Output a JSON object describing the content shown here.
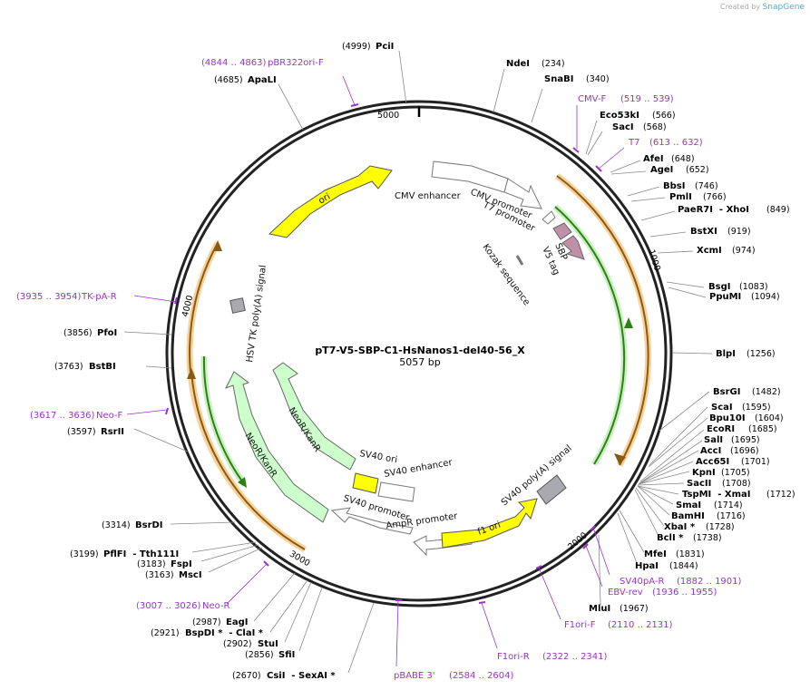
{
  "watermark": {
    "created_by": "Created by",
    "brand": "SnapGene"
  },
  "plasmid": {
    "name": "pT7-V5-SBP-C1-HsNanos1-del40-56_X",
    "length_label": "5057 bp",
    "length": 5057
  },
  "ticks": [
    "1000",
    "2000",
    "3000",
    "4000",
    "5000"
  ],
  "sites": [
    {
      "name": "NdeI",
      "pos": "(234)"
    },
    {
      "name": "SnaBI",
      "pos": "(340)"
    },
    {
      "name": "Eco53kI",
      "pos": "(566)"
    },
    {
      "name": "SacI",
      "pos": "(568)"
    },
    {
      "name": "AfeI",
      "pos": "(648)"
    },
    {
      "name": "AgeI",
      "pos": "(652)"
    },
    {
      "name": "BbsI",
      "pos": "(746)"
    },
    {
      "name": "PmlI",
      "pos": "(766)"
    },
    {
      "name": "PaeR7I  - XhoI",
      "pos": "(849)"
    },
    {
      "name": "BstXI",
      "pos": "(919)"
    },
    {
      "name": "XcmI",
      "pos": "(974)"
    },
    {
      "name": "BsgI",
      "pos": "(1083)"
    },
    {
      "name": "PpuMI",
      "pos": "(1094)"
    },
    {
      "name": "BlpI",
      "pos": "(1256)"
    },
    {
      "name": "BsrGI",
      "pos": "(1482)"
    },
    {
      "name": "ScaI",
      "pos": "(1595)"
    },
    {
      "name": "Bpu10I",
      "pos": "(1604)"
    },
    {
      "name": "EcoRI",
      "pos": "(1685)"
    },
    {
      "name": "SalI",
      "pos": "(1695)"
    },
    {
      "name": "AccI",
      "pos": "(1696)"
    },
    {
      "name": "Acc65I",
      "pos": "(1701)"
    },
    {
      "name": "KpnI",
      "pos": "(1705)"
    },
    {
      "name": "SacII",
      "pos": "(1708)"
    },
    {
      "name": "TspMI  - XmaI",
      "pos": "(1712)"
    },
    {
      "name": "SmaI",
      "pos": "(1714)"
    },
    {
      "name": "BamHI",
      "pos": "(1716)"
    },
    {
      "name": "XbaI *",
      "pos": "(1728)"
    },
    {
      "name": "BclI *",
      "pos": "(1738)"
    },
    {
      "name": "MfeI",
      "pos": "(1831)"
    },
    {
      "name": "HpaI",
      "pos": "(1844)"
    },
    {
      "name": "MluI",
      "pos": "(1967)"
    },
    {
      "name": "CsiI  - SexAI *",
      "pos": "(2670)"
    },
    {
      "name": "SfiI",
      "pos": "(2856)"
    },
    {
      "name": "StuI",
      "pos": "(2902)"
    },
    {
      "name": "BspDI *  - ClaI *",
      "pos": "(2921)"
    },
    {
      "name": "EagI",
      "pos": "(2987)"
    },
    {
      "name": "MscI",
      "pos": "(3163)"
    },
    {
      "name": "FspI",
      "pos": "(3183)"
    },
    {
      "name": "PflFI  - Tth111I",
      "pos": "(3199)"
    },
    {
      "name": "BsrDI",
      "pos": "(3314)"
    },
    {
      "name": "RsrII",
      "pos": "(3597)"
    },
    {
      "name": "BstBI",
      "pos": "(3763)"
    },
    {
      "name": "PfoI",
      "pos": "(3856)"
    },
    {
      "name": "ApaLI",
      "pos": "(4685)"
    },
    {
      "name": "PciI",
      "pos": "(4999)"
    }
  ],
  "primers": [
    {
      "name": "pBR322ori-F",
      "pos": "(4844 .. 4863)"
    },
    {
      "name": "CMV-F",
      "pos": "(519 .. 539)"
    },
    {
      "name": "T7",
      "pos": "(613 .. 632)"
    },
    {
      "name": "TK-pA-R",
      "pos": "(3935 .. 3954)"
    },
    {
      "name": "Neo-F",
      "pos": "(3617 .. 3636)"
    },
    {
      "name": "SV40pA-R",
      "pos": "(1882 .. 1901)"
    },
    {
      "name": "EBV-rev",
      "pos": "(1936 .. 1955)"
    },
    {
      "name": "F1ori-F",
      "pos": "(2110 .. 2131)"
    },
    {
      "name": "F1ori-R",
      "pos": "(2322 .. 2341)"
    },
    {
      "name": "pBABE 3'",
      "pos": "(2584 .. 2604)"
    },
    {
      "name": "Neo-R",
      "pos": "(3007 .. 3026)"
    }
  ],
  "features": {
    "ori": "ori",
    "cmv_enhancer": "CMV enhancer",
    "cmv_promoter": "CMV promoter",
    "t7_promoter": "T7 promoter",
    "sbp": "SBP",
    "v5_tag": "V5 tag",
    "kozak": "Kozak sequence",
    "hsv_tk": "HSV TK poly(A) signal",
    "neo1": "NeoR/KanR",
    "neo2": "NeoR/KanR",
    "sv40_ori": "SV40 ori",
    "sv40_enhancer": "SV40 enhancer",
    "sv40_promoter": "SV40 promoter",
    "ampr_promoter": "AmpR promoter",
    "f1_ori": "f1 ori",
    "sv40_polya": "SV40 poly(A) signal"
  },
  "colors": {
    "primer": "#9933cc",
    "ori": "#ffff00",
    "orf_orange": "#f0a030",
    "orf_green": "#3a9a1a",
    "neo": "#ccffcc",
    "tag": "#c090a8",
    "gray_box": "#a8aab0",
    "promoter": "#ffffff"
  }
}
